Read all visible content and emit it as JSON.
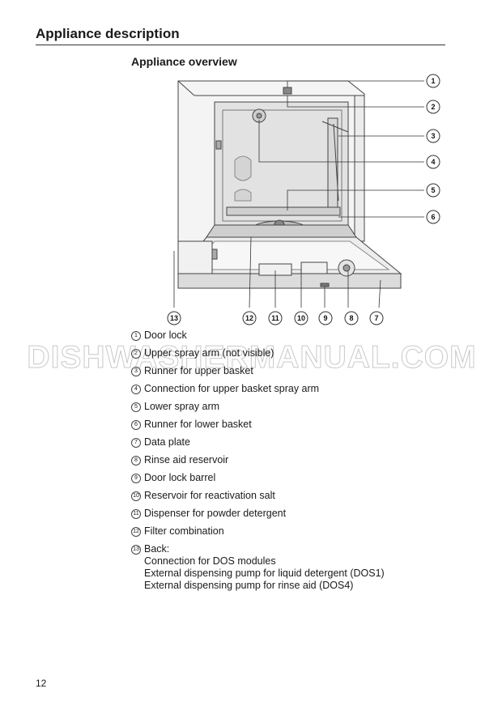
{
  "header": {
    "section_title": "Appliance description"
  },
  "main": {
    "subsection_title": "Appliance overview",
    "figure": {
      "callouts": [
        "1",
        "2",
        "3",
        "4",
        "5",
        "6",
        "7",
        "8",
        "9",
        "10",
        "11",
        "12",
        "13"
      ]
    },
    "watermark": "DISHWASHERMANUAL.COM",
    "legend": [
      {
        "num": "1",
        "label": "Door lock"
      },
      {
        "num": "2",
        "label": "Upper spray arm (not visible)"
      },
      {
        "num": "3",
        "label": "Runner for upper basket"
      },
      {
        "num": "4",
        "label": "Connection for upper basket spray arm"
      },
      {
        "num": "5",
        "label": "Lower spray arm"
      },
      {
        "num": "6",
        "label": "Runner for lower basket"
      },
      {
        "num": "7",
        "label": "Data plate"
      },
      {
        "num": "8",
        "label": "Rinse aid reservoir"
      },
      {
        "num": "9",
        "label": "Door lock barrel"
      },
      {
        "num": "10",
        "label": "Reservoir for reactivation salt"
      },
      {
        "num": "11",
        "label": "Dispenser for powder detergent"
      },
      {
        "num": "12",
        "label": "Filter combination"
      },
      {
        "num": "13",
        "label": "Back:",
        "lines": [
          "Connection for DOS modules",
          "External dispensing pump for liquid detergent (DOS1)",
          "External dispensing pump for rinse aid (DOS4)"
        ]
      }
    ]
  },
  "footer": {
    "page_number": "12"
  }
}
